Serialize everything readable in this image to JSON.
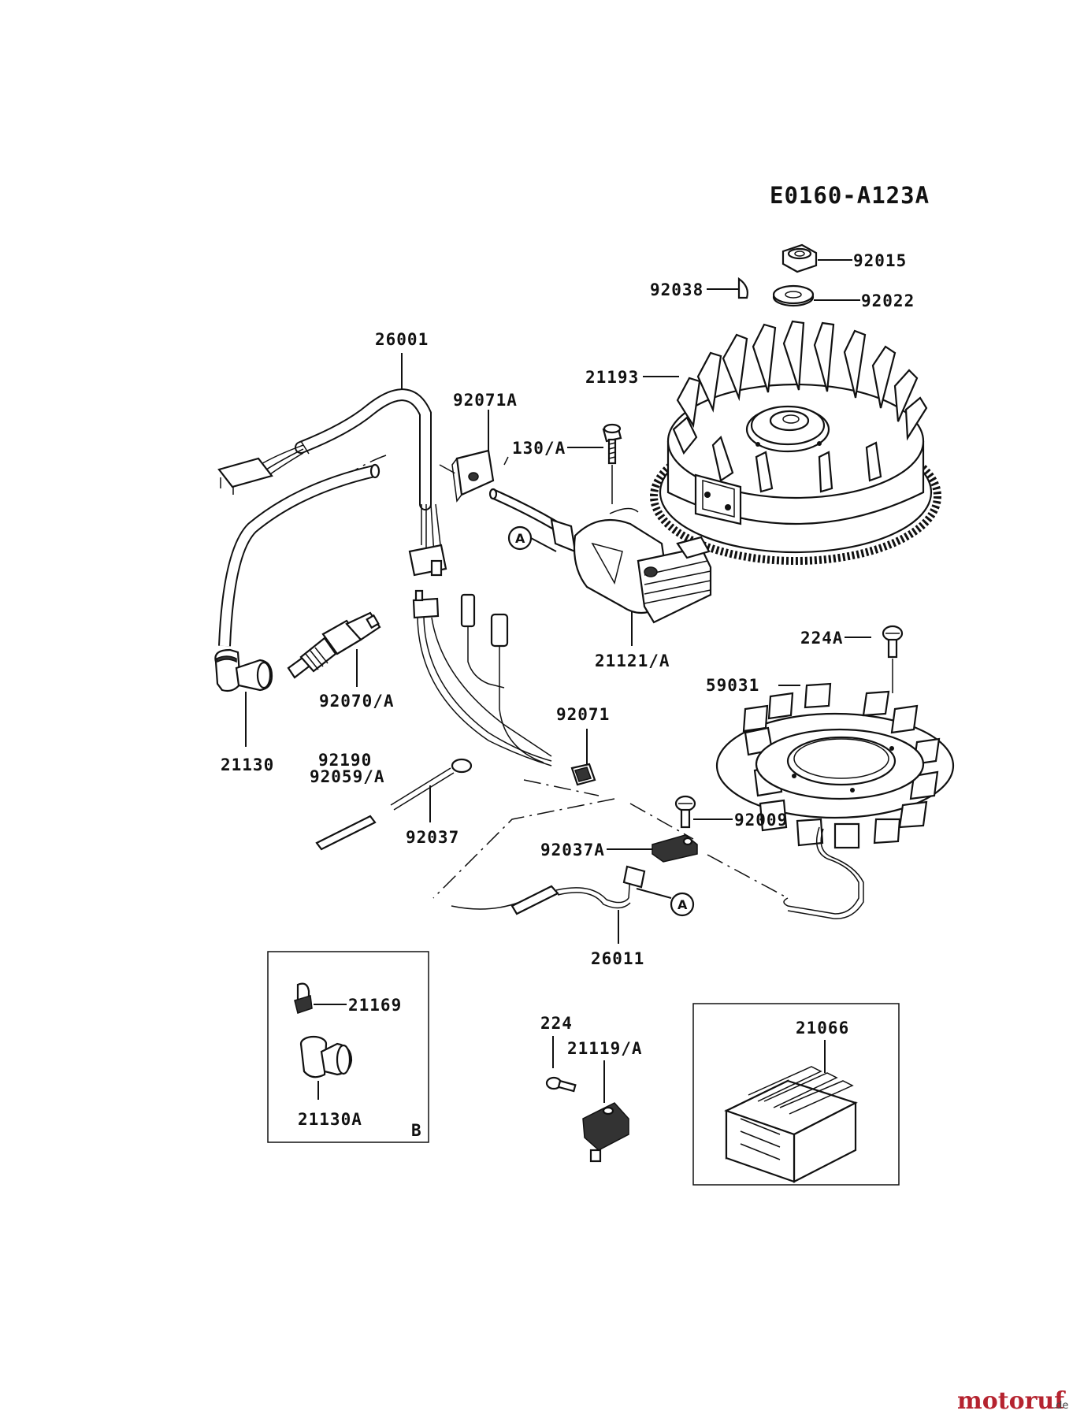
{
  "diagram_code": "E0160-A123A",
  "labels": {
    "p92015": "92015",
    "p92038": "92038",
    "p92022": "92022",
    "p26001": "26001",
    "p21193": "21193",
    "p92071A": "92071A",
    "p130A": "130/A",
    "p21121A": "21121/A",
    "p224A": "224A",
    "p59031": "59031",
    "p92070A": "92070/A",
    "p21130": "21130",
    "p92071": "92071",
    "p92190": "92190",
    "p92059A": "92059/A",
    "p92037": "92037",
    "p92009": "92009",
    "p92037A": "92037A",
    "p26011": "26011",
    "p21169": "21169",
    "p21130A": "21130A",
    "p224": "224",
    "p21119A": "21119/A",
    "p21066": "21066"
  },
  "markers": {
    "ref_a_top": "A",
    "ref_a_bottom": "A",
    "box_b": "B"
  },
  "watermark": {
    "brand": "motoruf",
    "suffix": ".de",
    "brand_color": "#b5232f"
  }
}
